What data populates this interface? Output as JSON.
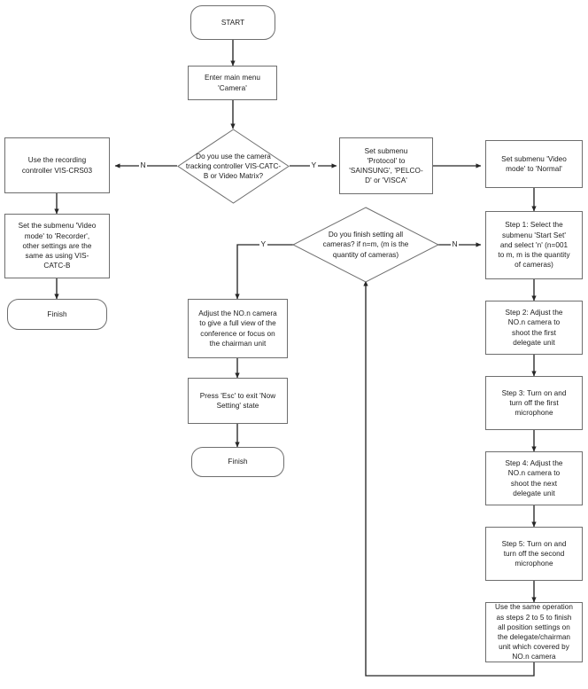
{
  "diagram": {
    "title": "Camera setting flowchart",
    "line_color": "#6e6e6e",
    "arrow_color": "#262626",
    "text_color": "#1a1a1a",
    "background": "#ffffff"
  },
  "nodes": {
    "start": {
      "label": "START",
      "shape": "terminator"
    },
    "enter_main_menu": {
      "label": "Enter main menu\n'Camera'",
      "shape": "process"
    },
    "decision_tracking": {
      "label": "Do you use the camera\ntracking controller VIS-CATC-\nB or Video Matrix?",
      "shape": "decision"
    },
    "use_recorder": {
      "label": "Use the recording\ncontroller VIS-CRS03",
      "shape": "process"
    },
    "set_video_recorder": {
      "label": "Set the submenu 'Video\nmode' to 'Recorder',\nother settings are the\nsame as using VIS-\nCATC-B",
      "shape": "process"
    },
    "finish_left": {
      "label": "Finish",
      "shape": "terminator"
    },
    "set_protocol": {
      "label": "Set submenu\n'Protocol' to\n'SAINSUNG', 'PELCO-\nD' or 'VISCA'",
      "shape": "process"
    },
    "set_video_normal": {
      "label": "Set submenu 'Video\nmode' to 'Normal'",
      "shape": "process"
    },
    "step1": {
      "label": "Step 1: Select the\nsubmenu 'Start Set'\nand select 'n' (n=001\nto m, m is the quantity\nof cameras)",
      "shape": "process"
    },
    "step2": {
      "label": "Step 2: Adjust the\nNO.n camera to\nshoot the first\ndelegate unit",
      "shape": "process"
    },
    "step3": {
      "label": "Step 3: Turn on and\nturn off the first\nmicrophone",
      "shape": "process"
    },
    "step4": {
      "label": "Step 4: Adjust the\nNO.n camera to\nshoot the next\ndelegate unit",
      "shape": "process"
    },
    "step5": {
      "label": "Step 5: Turn on and\nturn off the second\nmicrophone",
      "shape": "process"
    },
    "same_operation": {
      "label": "Use the same operation\nas steps 2 to 5 to finish\nall position settings on\nthe delegate/chairman\nunit which covered by\nNO.n camera",
      "shape": "process"
    },
    "decision_finish_all": {
      "label": "Do you finish setting all\ncameras? if n=m, (m is the\nquantity of cameras)",
      "shape": "decision"
    },
    "adjust_full_view": {
      "label": "Adjust the NO.n camera\nto give a full view of the\nconference or focus on\nthe chairman unit",
      "shape": "process"
    },
    "press_esc": {
      "label": "Press 'Esc' to exit 'Now\nSetting' state",
      "shape": "process"
    },
    "finish_middle": {
      "label": "Finish",
      "shape": "terminator"
    }
  },
  "edge_labels": {
    "tracking_no": "N",
    "tracking_yes": "Y",
    "finish_all_no": "N",
    "finish_all_yes": "Y"
  }
}
